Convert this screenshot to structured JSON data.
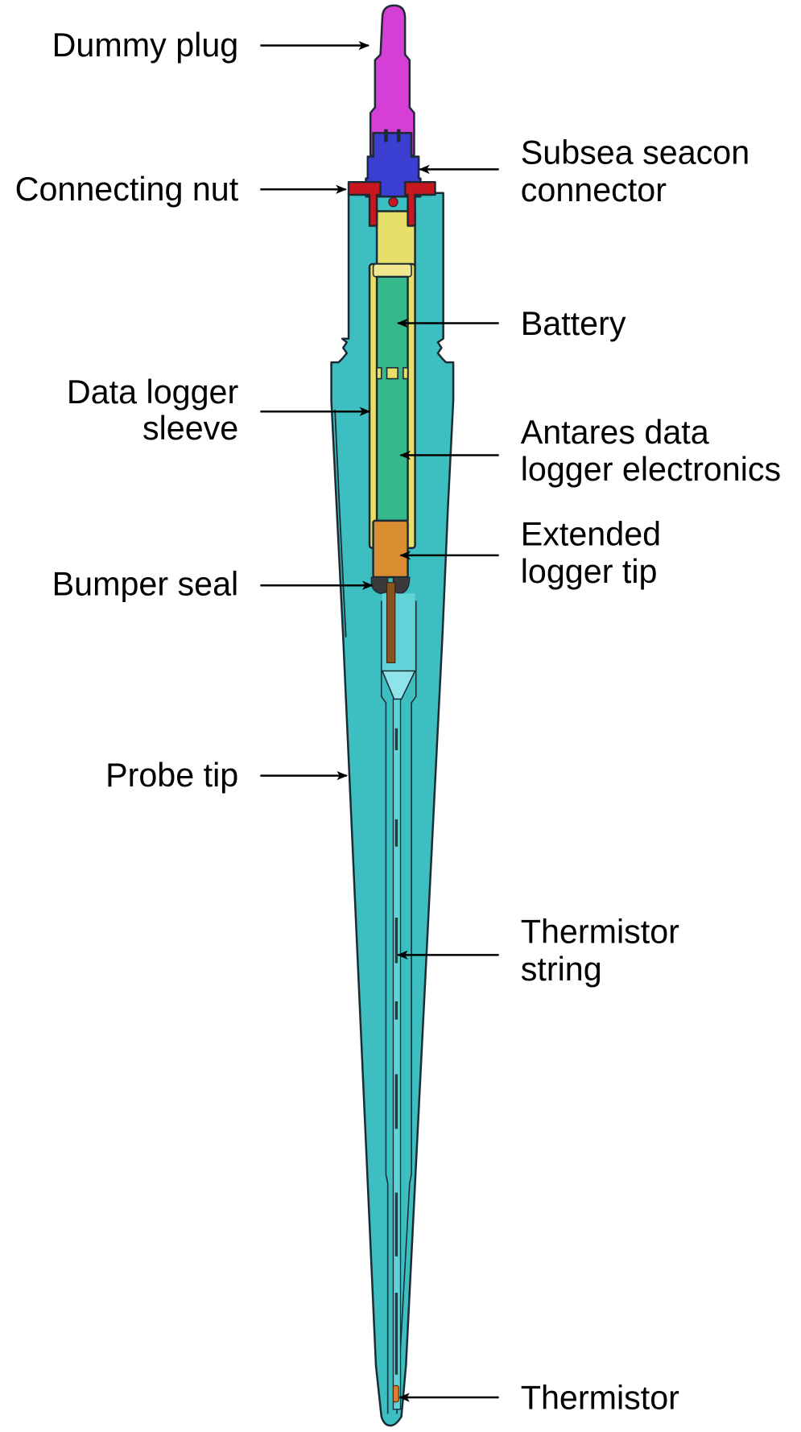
{
  "labels": {
    "dummy_plug": "Dummy plug",
    "connecting_nut": "Connecting nut",
    "subsea_connector": [
      "Subsea seacon",
      "connector"
    ],
    "battery": "Battery",
    "data_logger_sleeve": [
      "Data logger",
      "sleeve"
    ],
    "antares_electronics": [
      "Antares data",
      "logger electronics"
    ],
    "extended_logger_tip": [
      "Extended",
      "logger tip"
    ],
    "bumper_seal": "Bumper seal",
    "probe_tip": "Probe tip",
    "thermistor_string": [
      "Thermistor",
      "string"
    ],
    "thermistor": "Thermistor"
  },
  "colors": {
    "dummy_plug": "#d63fd6",
    "subsea_connector": "#3a3fd1",
    "connecting_nut": "#c8171e",
    "probe_body": "#3dbfc2",
    "sleeve": "#e6df6a",
    "electronics": "#35b88a",
    "logger_tip": "#d98c30",
    "bumper_seal": "#3a3a3a",
    "string_core": "#7a4a1a",
    "thermistor": "#e07a2c",
    "cone_light": "#8fe4ea",
    "outline": "#1c2b33",
    "text": "#000000"
  }
}
